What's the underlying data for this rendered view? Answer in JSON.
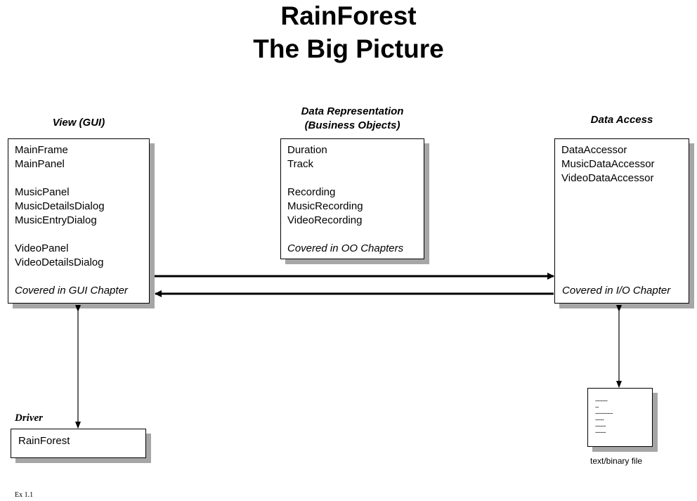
{
  "title": {
    "line1": "RainForest",
    "line2": "The Big Picture"
  },
  "view": {
    "heading": "View (GUI)",
    "lines": [
      "MainFrame",
      "MainPanel",
      "MusicPanel",
      "MusicDetailsDialog",
      "MusicEntryDialog",
      "VideoPanel",
      "VideoDetailsDialog"
    ],
    "note": "Covered in GUI Chapter"
  },
  "data_rep": {
    "heading_line1": "Data Representation",
    "heading_line2": "(Business Objects)",
    "lines": [
      "Duration",
      "Track",
      "Recording",
      "MusicRecording",
      "VideoRecording"
    ],
    "note": "Covered in OO Chapters"
  },
  "data_access": {
    "heading": "Data Access",
    "lines": [
      "DataAccessor",
      "MusicDataAccessor",
      "VideoDataAccessor"
    ],
    "note": "Covered in I/O Chapter"
  },
  "driver": {
    "heading": "Driver",
    "box_text": "RainForest"
  },
  "file": {
    "lines": [
      "-------",
      "--",
      "----------",
      "-----",
      "------",
      "------"
    ],
    "caption": "text/binary file"
  },
  "footnote": "Ex 1.1"
}
